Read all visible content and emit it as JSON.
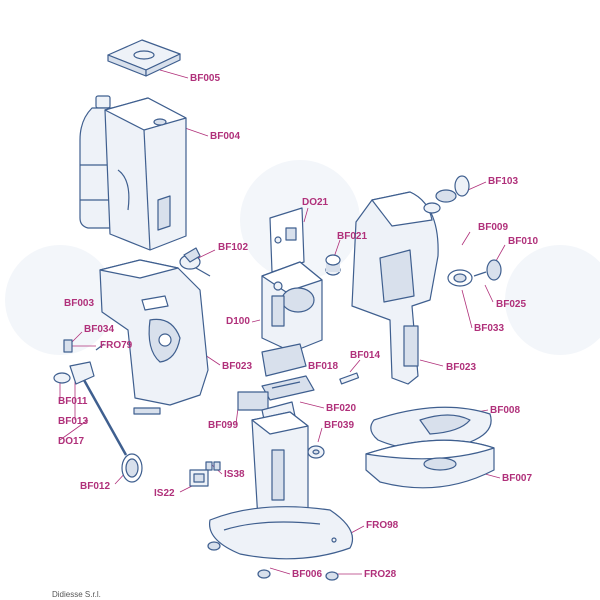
{
  "labels": {
    "bf005": "BF005",
    "bf004": "BF004",
    "bf103": "BF103",
    "do21": "DO21",
    "bf021": "BF021",
    "bf009": "BF009",
    "bf010": "BF010",
    "bf102": "BF102",
    "bf003": "BF003",
    "bf034": "BF034",
    "fro79": "FRO79",
    "d100": "D100",
    "bf025": "BF025",
    "bf033": "BF033",
    "bf023a": "BF023",
    "bf018": "BF018",
    "bf014": "BF014",
    "bf023b": "BF023",
    "bf011": "BF011",
    "bf013": "BF013",
    "bf020": "BF020",
    "bf008": "BF008",
    "do17": "DO17",
    "bf099": "BF099",
    "bf039": "BF039",
    "is38": "IS38",
    "bf007": "BF007",
    "bf012": "BF012",
    "is22": "IS22",
    "fro98": "FRO98",
    "bf006": "BF006",
    "fro28": "FRO28"
  },
  "footer": {
    "company": "Didiesse S.r.l."
  },
  "colors": {
    "line": "#3f5f8f",
    "label": "#b0307a",
    "fill": "#eef2f8",
    "shade": "#d8e0ec"
  }
}
